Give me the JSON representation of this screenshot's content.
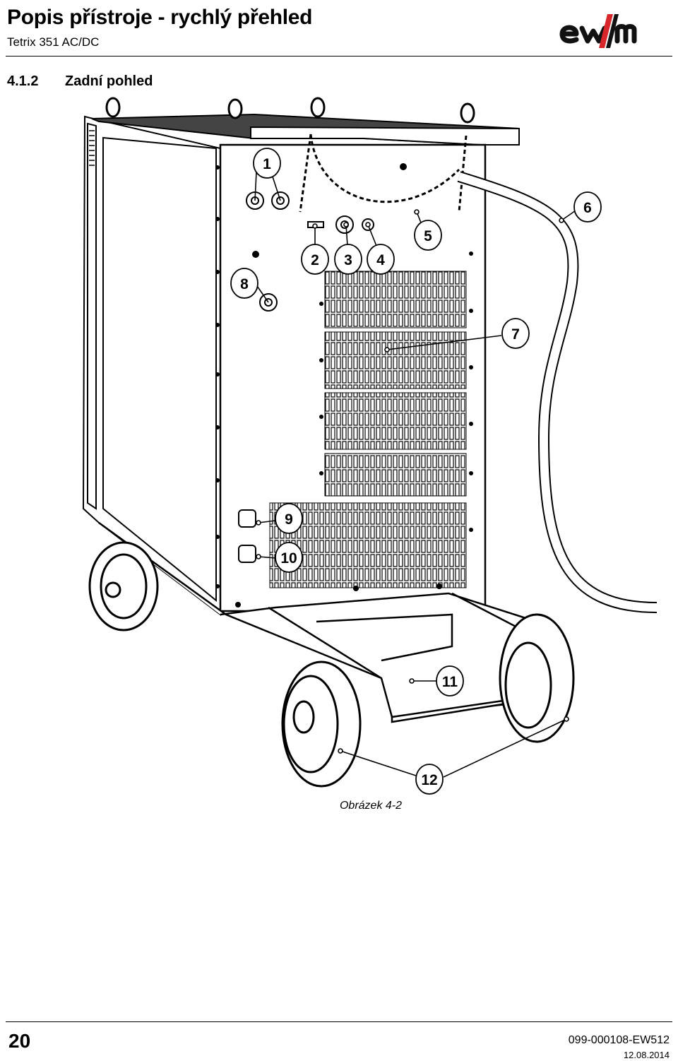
{
  "header": {
    "title": "Popis přístroje - rychlý přehled",
    "subtitle": "Tetrix 351 AC/DC",
    "logo_text": "ewm"
  },
  "section": {
    "number": "4.1.2",
    "title": "Zadní pohled"
  },
  "figure": {
    "caption": "Obrázek 4-2",
    "callouts": [
      "1",
      "2",
      "3",
      "4",
      "5",
      "6",
      "7",
      "8",
      "9",
      "10",
      "11",
      "12"
    ]
  },
  "footer": {
    "page_number": "20",
    "document_number": "099-000108-EW512",
    "date": "12.08.2014"
  }
}
